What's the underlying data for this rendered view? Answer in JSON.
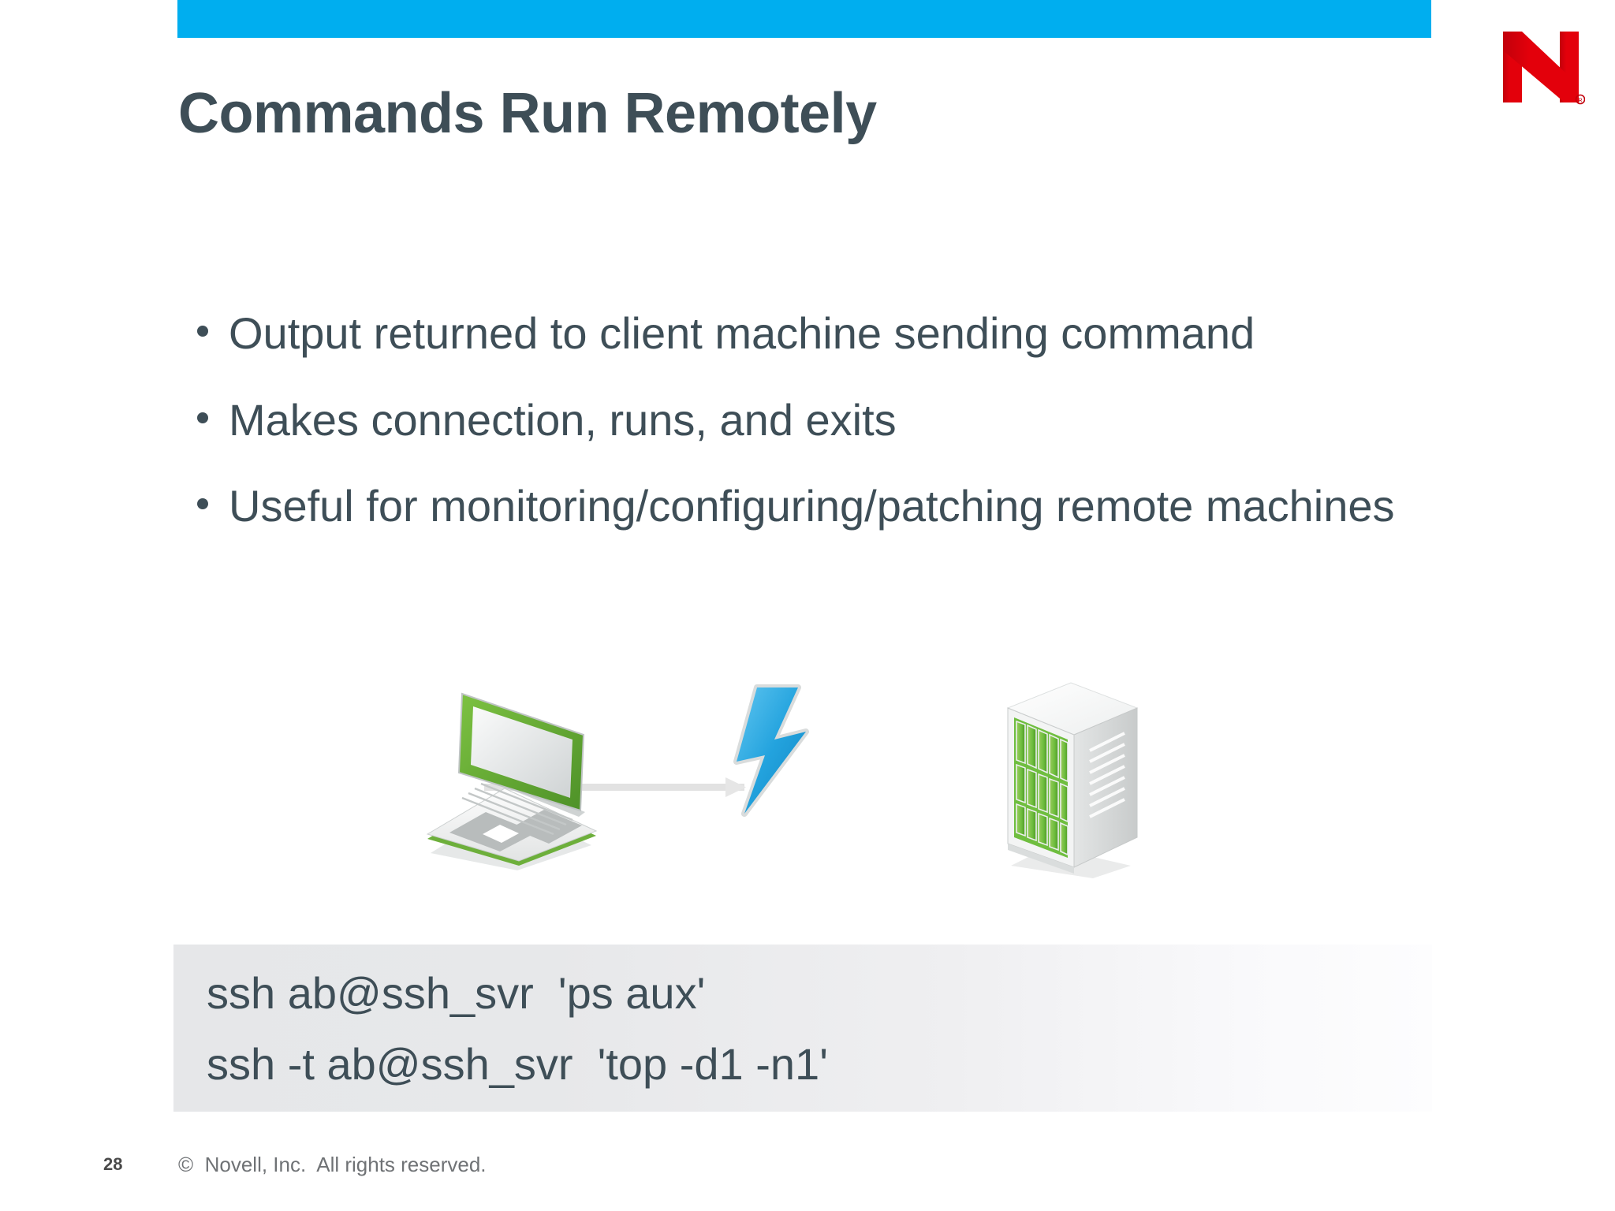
{
  "slide": {
    "title": "Commands Run Remotely",
    "page_number": "28",
    "copyright": "©  Novell, Inc.  All rights reserved.",
    "accent_color": "#00AEEF",
    "text_color": "#3E4E57",
    "logo_color": "#E3000B",
    "logo_name": "novell-n-logo"
  },
  "bullets": [
    {
      "text": "Output returned to client machine sending command"
    },
    {
      "text": "Makes connection, runs, and exits"
    },
    {
      "text": "Useful for monitoring/configuring/patching remote machines"
    }
  ],
  "diagram": {
    "client_label": "laptop-client",
    "link_label": "ssh-connection-arrow",
    "bolt_label": "lightning-bolt",
    "server_label": "server-rack",
    "laptop_bezel_color": "#5FA734",
    "bolt_color": "#29A8E0",
    "server_drive_color": "#6FBE3F",
    "arrow_color": "#E2E2E2"
  },
  "code_block": {
    "lines": [
      "ssh ab@ssh_svr  'ps aux'",
      "ssh -t ab@ssh_svr  'top -d1 -n1'"
    ]
  }
}
